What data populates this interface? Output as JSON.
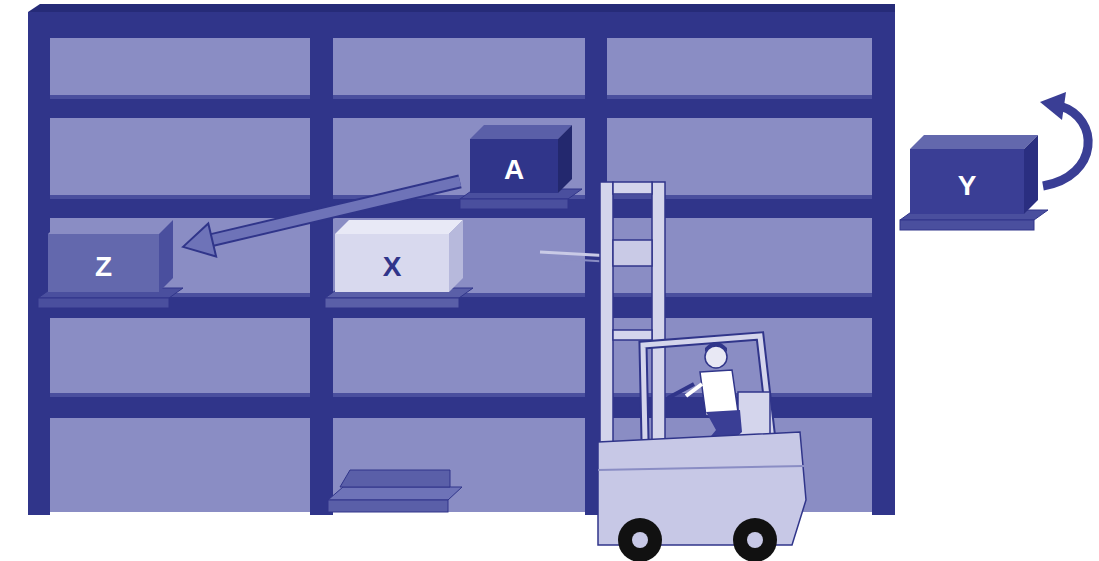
{
  "diagram": {
    "nodes": [
      {
        "text": [
          "A"
        ]
      },
      {
        "text": [
          "Y"
        ]
      },
      {
        "text": [
          "Z"
        ]
      },
      {
        "text": [
          "X"
        ]
      }
    ],
    "edges": [
      {
        "from": 0,
        "to": 2,
        "arrow": "to"
      }
    ]
  }
}
